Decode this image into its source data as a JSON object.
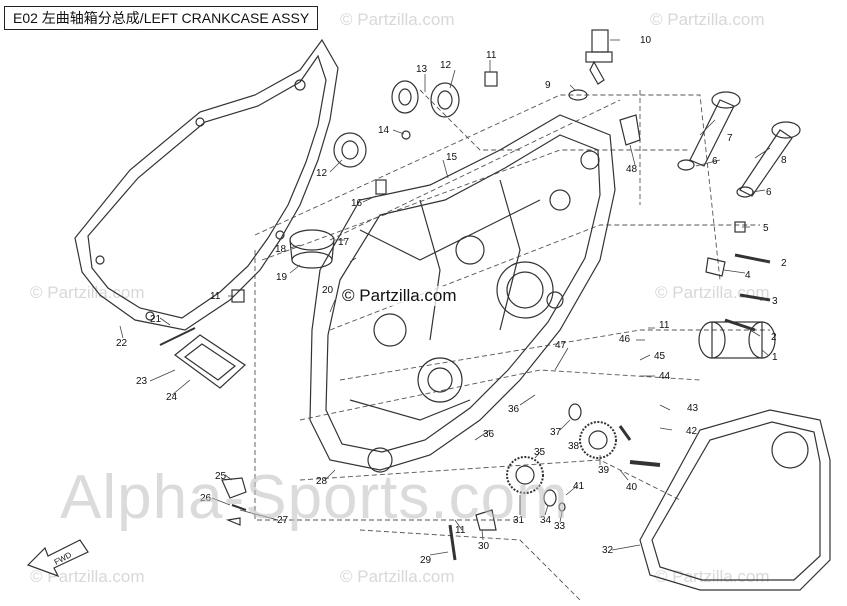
{
  "title": "E02 左曲轴箱分总成/LEFT CRANKCASE ASSY",
  "watermarks": {
    "partzilla": "© Partzilla.com",
    "center": "© Partzilla.com",
    "big": "Alpha-Sports.com"
  },
  "fwd_label": "FWD",
  "callouts": [
    {
      "id": "1",
      "label": "1"
    },
    {
      "id": "2a",
      "label": "2"
    },
    {
      "id": "2b",
      "label": "2"
    },
    {
      "id": "3",
      "label": "3"
    },
    {
      "id": "4",
      "label": "4"
    },
    {
      "id": "5",
      "label": "5"
    },
    {
      "id": "6a",
      "label": "6"
    },
    {
      "id": "6b",
      "label": "6"
    },
    {
      "id": "7",
      "label": "7"
    },
    {
      "id": "8",
      "label": "8"
    },
    {
      "id": "9",
      "label": "9"
    },
    {
      "id": "10",
      "label": "10"
    },
    {
      "id": "11a",
      "label": "11"
    },
    {
      "id": "11b",
      "label": "11"
    },
    {
      "id": "11c",
      "label": "11"
    },
    {
      "id": "11d",
      "label": "11"
    },
    {
      "id": "12a",
      "label": "12"
    },
    {
      "id": "12b",
      "label": "12"
    },
    {
      "id": "13",
      "label": "13"
    },
    {
      "id": "14",
      "label": "14"
    },
    {
      "id": "15",
      "label": "15"
    },
    {
      "id": "16",
      "label": "16"
    },
    {
      "id": "17",
      "label": "17"
    },
    {
      "id": "18",
      "label": "18"
    },
    {
      "id": "19",
      "label": "19"
    },
    {
      "id": "20",
      "label": "20"
    },
    {
      "id": "21",
      "label": "21"
    },
    {
      "id": "22",
      "label": "22"
    },
    {
      "id": "23",
      "label": "23"
    },
    {
      "id": "24",
      "label": "24"
    },
    {
      "id": "25",
      "label": "25"
    },
    {
      "id": "26",
      "label": "26"
    },
    {
      "id": "27",
      "label": "27"
    },
    {
      "id": "28",
      "label": "28"
    },
    {
      "id": "29",
      "label": "29"
    },
    {
      "id": "30",
      "label": "30"
    },
    {
      "id": "31",
      "label": "31"
    },
    {
      "id": "32",
      "label": "32"
    },
    {
      "id": "33",
      "label": "33"
    },
    {
      "id": "34",
      "label": "34"
    },
    {
      "id": "35",
      "label": "35"
    },
    {
      "id": "36a",
      "label": "36"
    },
    {
      "id": "36b",
      "label": "36"
    },
    {
      "id": "37",
      "label": "37"
    },
    {
      "id": "38",
      "label": "38"
    },
    {
      "id": "39",
      "label": "39"
    },
    {
      "id": "40",
      "label": "40"
    },
    {
      "id": "41",
      "label": "41"
    },
    {
      "id": "42",
      "label": "42"
    },
    {
      "id": "43",
      "label": "43"
    },
    {
      "id": "44",
      "label": "44"
    },
    {
      "id": "45",
      "label": "45"
    },
    {
      "id": "46",
      "label": "46"
    },
    {
      "id": "47",
      "label": "47"
    },
    {
      "id": "48",
      "label": "48"
    }
  ]
}
